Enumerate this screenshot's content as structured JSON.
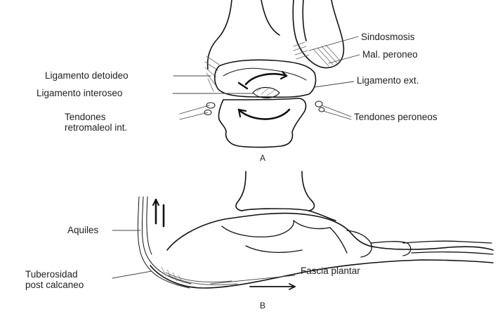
{
  "figure": {
    "panel_a": {
      "letter": "A",
      "labels": {
        "sindesmosis": "Sindosmosis",
        "mal_peroneo": "Mal. peroneo",
        "lig_deltoideo": "Ligamento detoideo",
        "lig_externo": "Ligamento ext.",
        "lig_interoseo": "Ligamento interoseo",
        "tendones_retro": "Tendones\nretromaleol int.",
        "tendones_peroneos": "Tendones peroneos"
      }
    },
    "panel_b": {
      "letter": "B",
      "labels": {
        "aquiles": "Aquiles",
        "tuberosidad": "Tuberosidad\npost calcaneo",
        "fascia": "Fascia plantar"
      }
    }
  }
}
